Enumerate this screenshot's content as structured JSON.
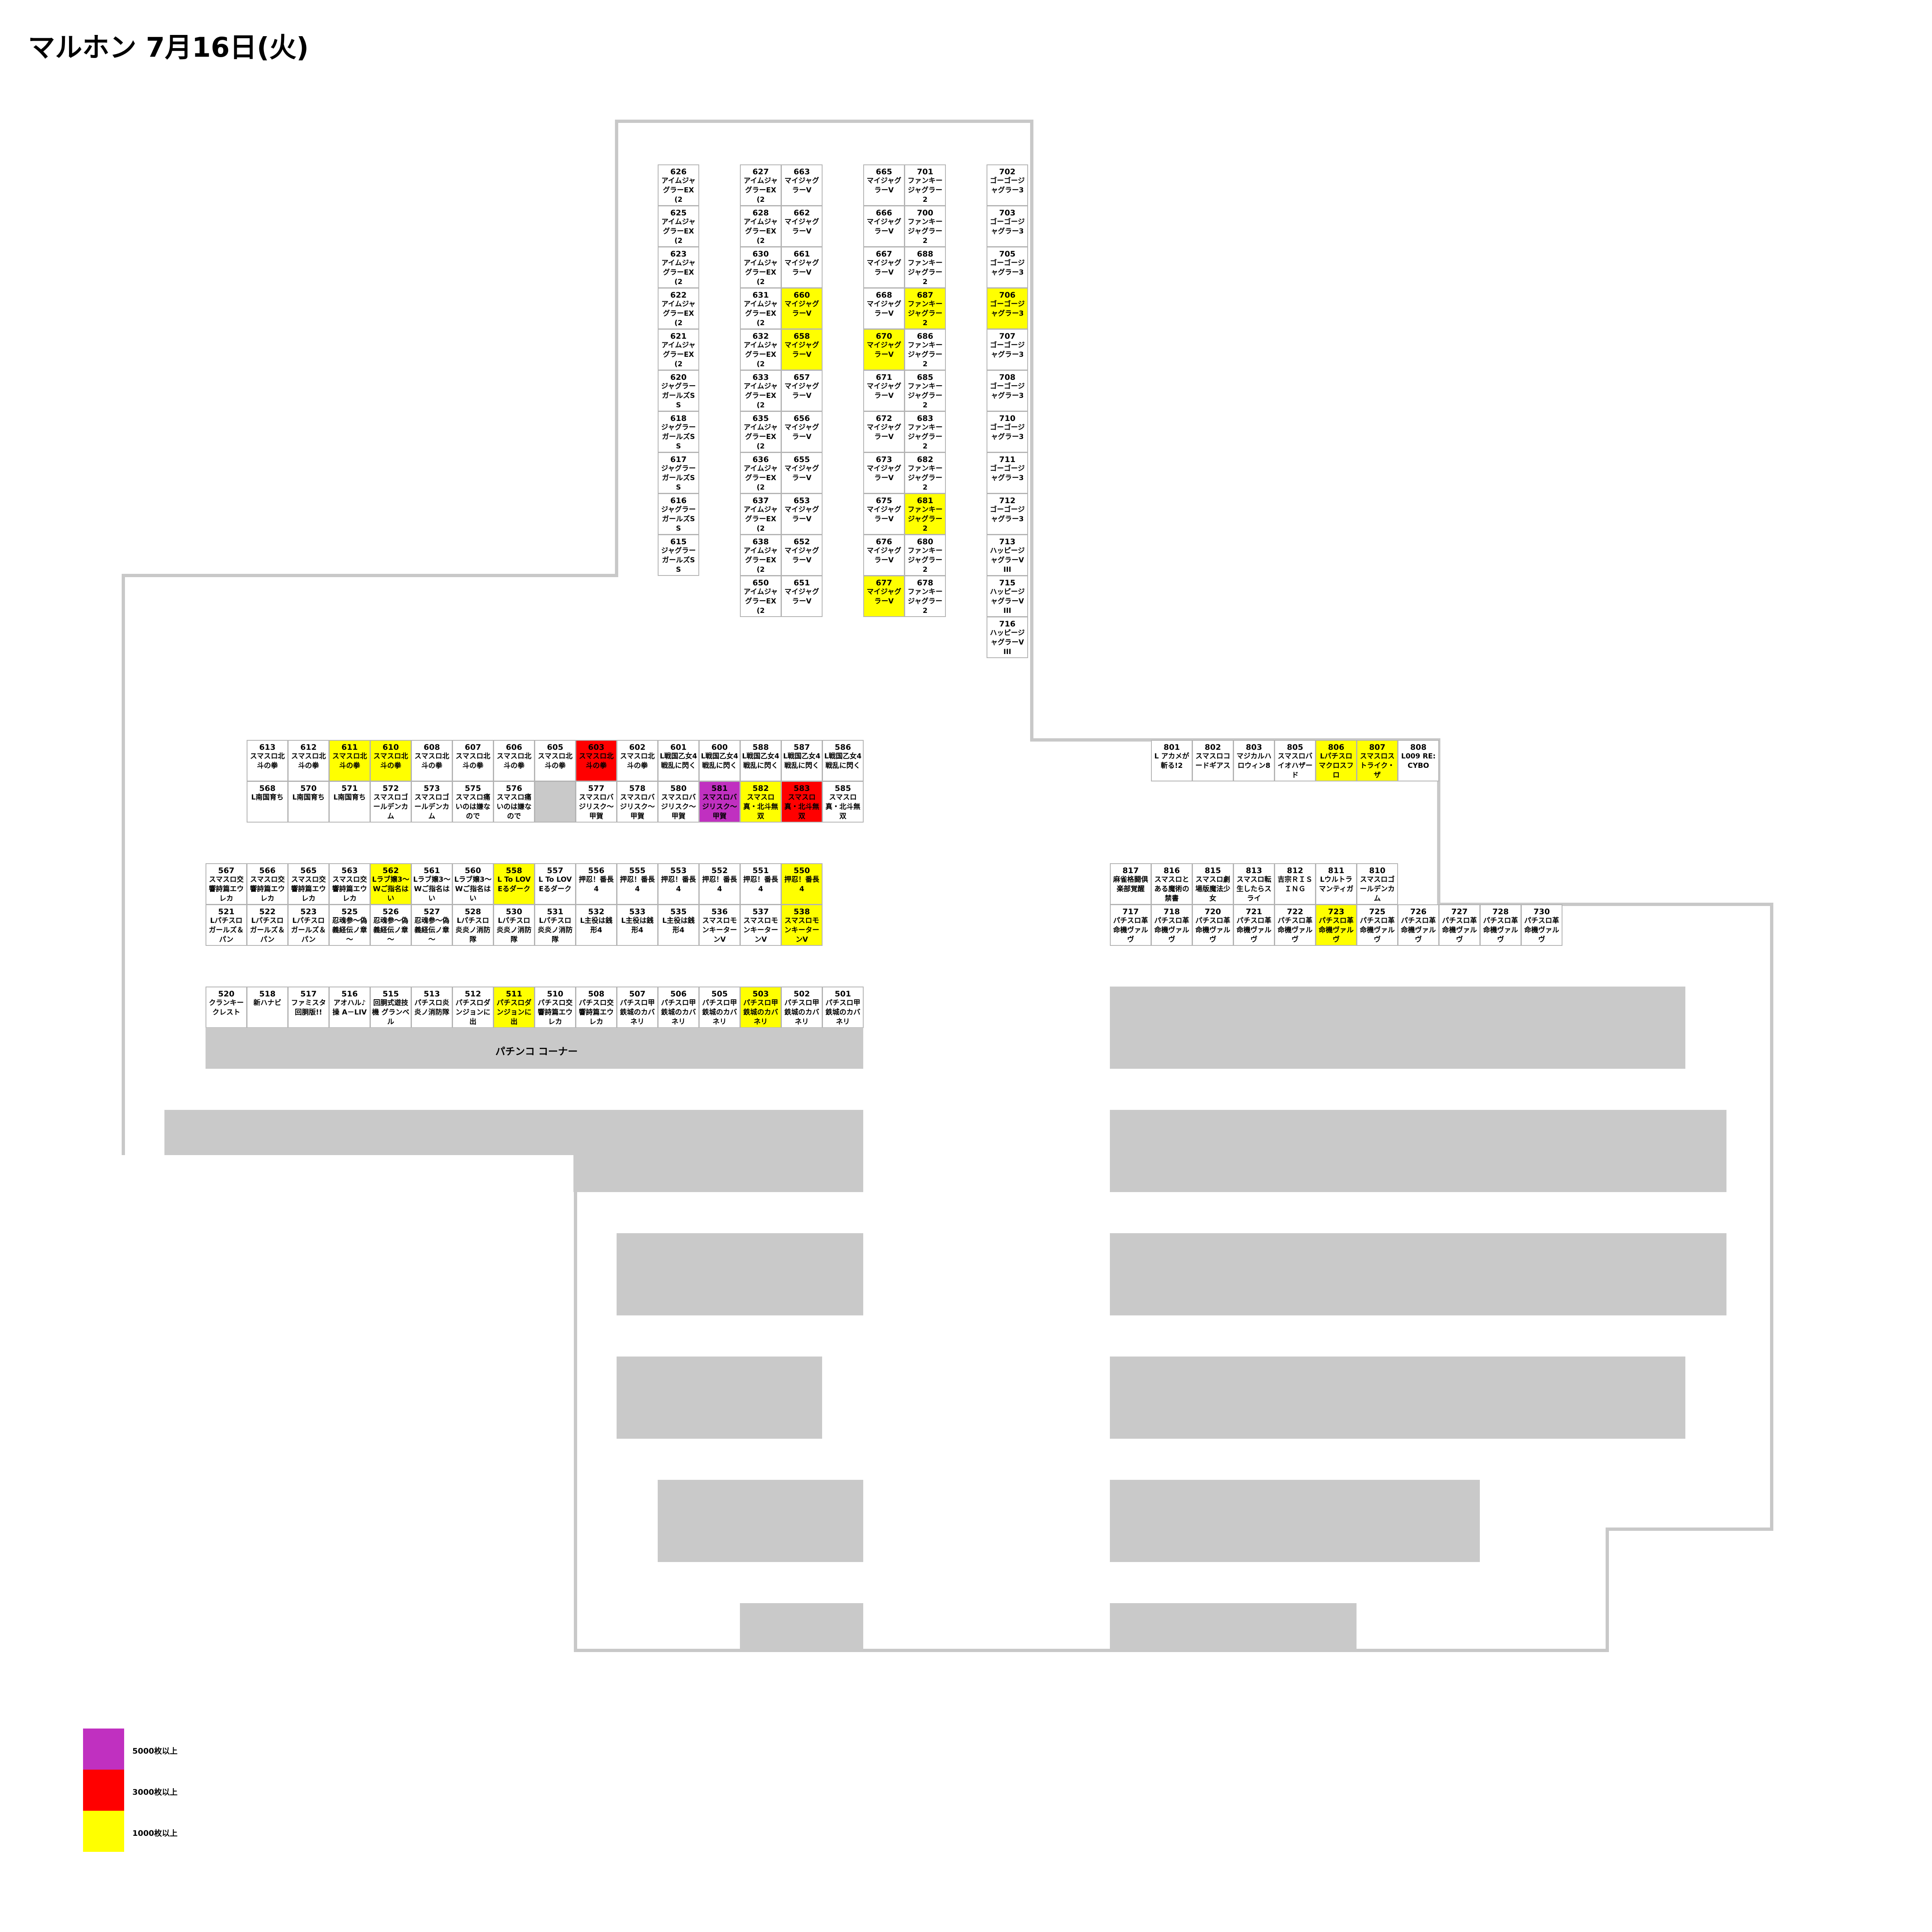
{
  "title": "マルホン 7月16日(火)",
  "colors": {
    "purple": "#c030c0",
    "red": "#ff0000",
    "yellow": "#ffff00",
    "floor": "#c9c9c9",
    "wall": "#c8c8c8"
  },
  "legend": [
    {
      "color": "purple",
      "label": "5000枚以上"
    },
    {
      "color": "red",
      "label": "3000枚以上"
    },
    {
      "color": "yellow",
      "label": "1000枚以上"
    }
  ],
  "pachinko_label": "パチンコ コーナー",
  "groups": [
    {
      "id": "col-626",
      "cells": [
        {
          "num": "626",
          "name": "アイムジャグラーEX(2",
          "level": ""
        },
        {
          "num": "625",
          "name": "アイムジャグラーEX(2",
          "level": ""
        },
        {
          "num": "623",
          "name": "アイムジャグラーEX(2",
          "level": ""
        },
        {
          "num": "622",
          "name": "アイムジャグラーEX(2",
          "level": ""
        },
        {
          "num": "621",
          "name": "アイムジャグラーEX(2",
          "level": ""
        },
        {
          "num": "620",
          "name": "ジャグラーガールズSS",
          "level": ""
        },
        {
          "num": "618",
          "name": "ジャグラーガールズSS",
          "level": ""
        },
        {
          "num": "617",
          "name": "ジャグラーガールズSS",
          "level": ""
        },
        {
          "num": "616",
          "name": "ジャグラーガールズSS",
          "level": ""
        },
        {
          "num": "615",
          "name": "ジャグラーガールズSS",
          "level": ""
        }
      ]
    },
    {
      "id": "col-627",
      "cells": [
        {
          "num": "627",
          "name": "アイムジャグラーEX(2",
          "level": ""
        },
        {
          "num": "628",
          "name": "アイムジャグラーEX(2",
          "level": ""
        },
        {
          "num": "630",
          "name": "アイムジャグラーEX(2",
          "level": ""
        },
        {
          "num": "631",
          "name": "アイムジャグラーEX(2",
          "level": ""
        },
        {
          "num": "632",
          "name": "アイムジャグラーEX(2",
          "level": ""
        },
        {
          "num": "633",
          "name": "アイムジャグラーEX(2",
          "level": ""
        },
        {
          "num": "635",
          "name": "アイムジャグラーEX(2",
          "level": ""
        },
        {
          "num": "636",
          "name": "アイムジャグラーEX(2",
          "level": ""
        },
        {
          "num": "637",
          "name": "アイムジャグラーEX(2",
          "level": ""
        },
        {
          "num": "638",
          "name": "アイムジャグラーEX(2",
          "level": ""
        },
        {
          "num": "650",
          "name": "アイムジャグラーEX(2",
          "level": ""
        }
      ]
    },
    {
      "id": "col-663",
      "cells": [
        {
          "num": "663",
          "name": "マイジャグラーV",
          "level": ""
        },
        {
          "num": "662",
          "name": "マイジャグラーV",
          "level": ""
        },
        {
          "num": "661",
          "name": "マイジャグラーV",
          "level": ""
        },
        {
          "num": "660",
          "name": "マイジャグラーV",
          "level": "y"
        },
        {
          "num": "658",
          "name": "マイジャグラーV",
          "level": "y"
        },
        {
          "num": "657",
          "name": "マイジャグラーV",
          "level": ""
        },
        {
          "num": "656",
          "name": "マイジャグラーV",
          "level": ""
        },
        {
          "num": "655",
          "name": "マイジャグラーV",
          "level": ""
        },
        {
          "num": "653",
          "name": "マイジャグラーV",
          "level": ""
        },
        {
          "num": "652",
          "name": "マイジャグラーV",
          "level": ""
        },
        {
          "num": "651",
          "name": "マイジャグラーV",
          "level": ""
        }
      ]
    },
    {
      "id": "col-665",
      "cells": [
        {
          "num": "665",
          "name": "マイジャグラーV",
          "level": ""
        },
        {
          "num": "666",
          "name": "マイジャグラーV",
          "level": ""
        },
        {
          "num": "667",
          "name": "マイジャグラーV",
          "level": ""
        },
        {
          "num": "668",
          "name": "マイジャグラーV",
          "level": ""
        },
        {
          "num": "670",
          "name": "マイジャグラーV",
          "level": "y"
        },
        {
          "num": "671",
          "name": "マイジャグラーV",
          "level": ""
        },
        {
          "num": "672",
          "name": "マイジャグラーV",
          "level": ""
        },
        {
          "num": "673",
          "name": "マイジャグラーV",
          "level": ""
        },
        {
          "num": "675",
          "name": "マイジャグラーV",
          "level": ""
        },
        {
          "num": "676",
          "name": "マイジャグラーV",
          "level": ""
        },
        {
          "num": "677",
          "name": "マイジャグラーV",
          "level": "y"
        }
      ]
    },
    {
      "id": "col-701",
      "cells": [
        {
          "num": "701",
          "name": "ファンキージャグラー2",
          "level": ""
        },
        {
          "num": "700",
          "name": "ファンキージャグラー2",
          "level": ""
        },
        {
          "num": "688",
          "name": "ファンキージャグラー2",
          "level": ""
        },
        {
          "num": "687",
          "name": "ファンキージャグラー2",
          "level": "y"
        },
        {
          "num": "686",
          "name": "ファンキージャグラー2",
          "level": ""
        },
        {
          "num": "685",
          "name": "ファンキージャグラー2",
          "level": ""
        },
        {
          "num": "683",
          "name": "ファンキージャグラー2",
          "level": ""
        },
        {
          "num": "682",
          "name": "ファンキージャグラー2",
          "level": ""
        },
        {
          "num": "681",
          "name": "ファンキージャグラー2",
          "level": "y"
        },
        {
          "num": "680",
          "name": "ファンキージャグラー2",
          "level": ""
        },
        {
          "num": "678",
          "name": "ファンキージャグラー2",
          "level": ""
        }
      ]
    },
    {
      "id": "col-702",
      "cells": [
        {
          "num": "702",
          "name": "ゴーゴージャグラー3",
          "level": ""
        },
        {
          "num": "703",
          "name": "ゴーゴージャグラー3",
          "level": ""
        },
        {
          "num": "705",
          "name": "ゴーゴージャグラー3",
          "level": ""
        },
        {
          "num": "706",
          "name": "ゴーゴージャグラー3",
          "level": "y"
        },
        {
          "num": "707",
          "name": "ゴーゴージャグラー3",
          "level": ""
        },
        {
          "num": "708",
          "name": "ゴーゴージャグラー3",
          "level": ""
        },
        {
          "num": "710",
          "name": "ゴーゴージャグラー3",
          "level": ""
        },
        {
          "num": "711",
          "name": "ゴーゴージャグラー3",
          "level": ""
        },
        {
          "num": "712",
          "name": "ゴーゴージャグラー3",
          "level": ""
        },
        {
          "num": "713",
          "name": "ハッピージャグラーV III",
          "level": ""
        },
        {
          "num": "715",
          "name": "ハッピージャグラーV III",
          "level": ""
        },
        {
          "num": "716",
          "name": "ハッピージャグラーV III",
          "level": ""
        }
      ]
    },
    {
      "id": "row-613",
      "cells": [
        {
          "num": "613",
          "name": "スマスロ北斗の拳",
          "level": ""
        },
        {
          "num": "612",
          "name": "スマスロ北斗の拳",
          "level": ""
        },
        {
          "num": "611",
          "name": "スマスロ北斗の拳",
          "level": "y"
        },
        {
          "num": "610",
          "name": "スマスロ北斗の拳",
          "level": "y"
        },
        {
          "num": "608",
          "name": "スマスロ北斗の拳",
          "level": ""
        },
        {
          "num": "607",
          "name": "スマスロ北斗の拳",
          "level": ""
        },
        {
          "num": "606",
          "name": "スマスロ北斗の拳",
          "level": ""
        },
        {
          "num": "605",
          "name": "スマスロ北斗の拳",
          "level": ""
        },
        {
          "num": "603",
          "name": "スマスロ北斗の拳",
          "level": "r"
        },
        {
          "num": "602",
          "name": "スマスロ北斗の拳",
          "level": ""
        },
        {
          "num": "601",
          "name": "L戦国乙女4 戦乱に閃く",
          "level": ""
        },
        {
          "num": "600",
          "name": "L戦国乙女4 戦乱に閃く",
          "level": ""
        },
        {
          "num": "588",
          "name": "L戦国乙女4 戦乱に閃く",
          "level": ""
        },
        {
          "num": "587",
          "name": "L戦国乙女4 戦乱に閃く",
          "level": ""
        },
        {
          "num": "586",
          "name": "L戦国乙女4 戦乱に閃く",
          "level": ""
        }
      ]
    },
    {
      "id": "row-568",
      "cells": [
        {
          "num": "568",
          "name": "L南国育ち",
          "level": ""
        },
        {
          "num": "570",
          "name": "L南国育ち",
          "level": ""
        },
        {
          "num": "571",
          "name": "L南国育ち",
          "level": ""
        },
        {
          "num": "572",
          "name": "スマスロゴールデンカム",
          "level": ""
        },
        {
          "num": "573",
          "name": "スマスロゴールデンカム",
          "level": ""
        },
        {
          "num": "575",
          "name": "スマスロ痛いのは嫌なので",
          "level": ""
        },
        {
          "num": "576",
          "name": "スマスロ痛いのは嫌なので",
          "level": ""
        },
        {
          "num": "",
          "name": "",
          "level": "g"
        },
        {
          "num": "577",
          "name": "スマスロバジリスク～甲賀",
          "level": ""
        },
        {
          "num": "578",
          "name": "スマスロバジリスク～甲賀",
          "level": ""
        },
        {
          "num": "580",
          "name": "スマスロバジリスク～甲賀",
          "level": ""
        },
        {
          "num": "581",
          "name": "スマスロバジリスク～甲賀",
          "level": "p"
        },
        {
          "num": "582",
          "name": "スマスロ真・北斗無双",
          "level": "y"
        },
        {
          "num": "583",
          "name": "スマスロ真・北斗無双",
          "level": "r"
        },
        {
          "num": "585",
          "name": "スマスロ真・北斗無双",
          "level": ""
        }
      ]
    },
    {
      "id": "row-567",
      "cells": [
        {
          "num": "567",
          "name": "スマスロ交響詩篇エウレカ",
          "level": ""
        },
        {
          "num": "566",
          "name": "スマスロ交響詩篇エウレカ",
          "level": ""
        },
        {
          "num": "565",
          "name": "スマスロ交響詩篇エウレカ",
          "level": ""
        },
        {
          "num": "563",
          "name": "スマスロ交響詩篇エウレカ",
          "level": ""
        },
        {
          "num": "562",
          "name": "Lラブ嬢3～Wご指名はい",
          "level": "y"
        },
        {
          "num": "561",
          "name": "Lラブ嬢3～Wご指名はい",
          "level": ""
        },
        {
          "num": "560",
          "name": "Lラブ嬢3～Wご指名はい",
          "level": ""
        },
        {
          "num": "558",
          "name": "L To LOVEるダーク",
          "level": "y"
        },
        {
          "num": "557",
          "name": "L To LOVEるダーク",
          "level": ""
        },
        {
          "num": "556",
          "name": "押忍！番長4",
          "level": ""
        },
        {
          "num": "555",
          "name": "押忍！番長4",
          "level": ""
        },
        {
          "num": "553",
          "name": "押忍！番長4",
          "level": ""
        },
        {
          "num": "552",
          "name": "押忍！番長4",
          "level": ""
        },
        {
          "num": "551",
          "name": "押忍！番長4",
          "level": ""
        },
        {
          "num": "550",
          "name": "押忍！番長4",
          "level": "y"
        }
      ]
    },
    {
      "id": "row-521",
      "cells": [
        {
          "num": "521",
          "name": "Lパチスロガールズ＆パン",
          "level": ""
        },
        {
          "num": "522",
          "name": "Lパチスロガールズ＆パン",
          "level": ""
        },
        {
          "num": "523",
          "name": "Lパチスロガールズ＆パン",
          "level": ""
        },
        {
          "num": "525",
          "name": "忍魂参～偽義経伝ノ章～",
          "level": ""
        },
        {
          "num": "526",
          "name": "忍魂参～偽義経伝ノ章～",
          "level": ""
        },
        {
          "num": "527",
          "name": "忍魂参～偽義経伝ノ章～",
          "level": ""
        },
        {
          "num": "528",
          "name": "Lパチスロ 炎炎ノ消防隊",
          "level": ""
        },
        {
          "num": "530",
          "name": "Lパチスロ 炎炎ノ消防隊",
          "level": ""
        },
        {
          "num": "531",
          "name": "Lパチスロ 炎炎ノ消防隊",
          "level": ""
        },
        {
          "num": "532",
          "name": "L主役は銭形4",
          "level": ""
        },
        {
          "num": "533",
          "name": "L主役は銭形4",
          "level": ""
        },
        {
          "num": "535",
          "name": "L主役は銭形4",
          "level": ""
        },
        {
          "num": "536",
          "name": "スマスロモンキーターンV",
          "level": ""
        },
        {
          "num": "537",
          "name": "スマスロモンキーターンV",
          "level": ""
        },
        {
          "num": "538",
          "name": "スマスロモンキーターンV",
          "level": "y"
        }
      ]
    },
    {
      "id": "row-520",
      "cells": [
        {
          "num": "520",
          "name": "クランキークレスト",
          "level": ""
        },
        {
          "num": "518",
          "name": "新ハナビ",
          "level": ""
        },
        {
          "num": "517",
          "name": "ファミスタ回胴版!!",
          "level": ""
        },
        {
          "num": "516",
          "name": "アオハル♪操 A－LIV",
          "level": ""
        },
        {
          "num": "515",
          "name": "回胴式遊技機 グランベル",
          "level": ""
        },
        {
          "num": "513",
          "name": "パチスロ炎炎ノ消防隊",
          "level": ""
        },
        {
          "num": "512",
          "name": "パチスロダンジョンに出",
          "level": ""
        },
        {
          "num": "511",
          "name": "パチスロダンジョンに出",
          "level": "y"
        },
        {
          "num": "510",
          "name": "パチスロ交響詩篇エウレカ",
          "level": ""
        },
        {
          "num": "508",
          "name": "パチスロ交響詩篇エウレカ",
          "level": ""
        },
        {
          "num": "507",
          "name": "パチスロ甲鉄城のカバネリ",
          "level": ""
        },
        {
          "num": "506",
          "name": "パチスロ甲鉄城のカバネリ",
          "level": ""
        },
        {
          "num": "505",
          "name": "パチスロ甲鉄城のカバネリ",
          "level": ""
        },
        {
          "num": "503",
          "name": "パチスロ甲鉄城のカバネリ",
          "level": "y"
        },
        {
          "num": "502",
          "name": "パチスロ甲鉄城のカバネリ",
          "level": ""
        },
        {
          "num": "501",
          "name": "パチスロ甲鉄城のカバネリ",
          "level": ""
        }
      ]
    },
    {
      "id": "row-801",
      "cells": [
        {
          "num": "801",
          "name": "L アカメが斬る!2",
          "level": ""
        },
        {
          "num": "802",
          "name": "スマスロコードギアス",
          "level": ""
        },
        {
          "num": "803",
          "name": "マジカルハロウィン8",
          "level": ""
        },
        {
          "num": "805",
          "name": "スマスロバイオハザード",
          "level": ""
        },
        {
          "num": "806",
          "name": "Lパチスロ マクロスフロ",
          "level": "y"
        },
        {
          "num": "807",
          "name": "スマスロストライク・ザ",
          "level": "y"
        },
        {
          "num": "808",
          "name": "L009 RE:CYBO",
          "level": ""
        }
      ]
    },
    {
      "id": "row-817",
      "cells": [
        {
          "num": "817",
          "name": "麻雀格闘倶楽部覚醒",
          "level": ""
        },
        {
          "num": "816",
          "name": "スマスロとある魔術の禁書",
          "level": ""
        },
        {
          "num": "815",
          "name": "スマスロ劇場版魔法少女",
          "level": ""
        },
        {
          "num": "813",
          "name": "スマスロ転生したらスライ",
          "level": ""
        },
        {
          "num": "812",
          "name": "吉宗ＲＩＳＩＮＧ",
          "level": ""
        },
        {
          "num": "811",
          "name": "Lウルトラマンティガ",
          "level": ""
        },
        {
          "num": "810",
          "name": "スマスロゴールデンカム",
          "level": ""
        }
      ]
    },
    {
      "id": "row-717",
      "cells": [
        {
          "num": "717",
          "name": "パチスロ革命機ヴァルヴ",
          "level": ""
        },
        {
          "num": "718",
          "name": "パチスロ革命機ヴァルヴ",
          "level": ""
        },
        {
          "num": "720",
          "name": "パチスロ革命機ヴァルヴ",
          "level": ""
        },
        {
          "num": "721",
          "name": "パチスロ革命機ヴァルヴ",
          "level": ""
        },
        {
          "num": "722",
          "name": "パチスロ革命機ヴァルヴ",
          "level": ""
        },
        {
          "num": "723",
          "name": "パチスロ革命機ヴァルヴ",
          "level": "y"
        },
        {
          "num": "725",
          "name": "パチスロ革命機ヴァルヴ",
          "level": ""
        },
        {
          "num": "726",
          "name": "パチスロ革命機ヴァルヴ",
          "level": ""
        },
        {
          "num": "727",
          "name": "パチスロ革命機ヴァルヴ",
          "level": ""
        },
        {
          "num": "728",
          "name": "パチスロ革命機ヴァルヴ",
          "level": ""
        },
        {
          "num": "730",
          "name": "パチスロ革命機ヴァルヴ",
          "level": ""
        }
      ]
    }
  ]
}
